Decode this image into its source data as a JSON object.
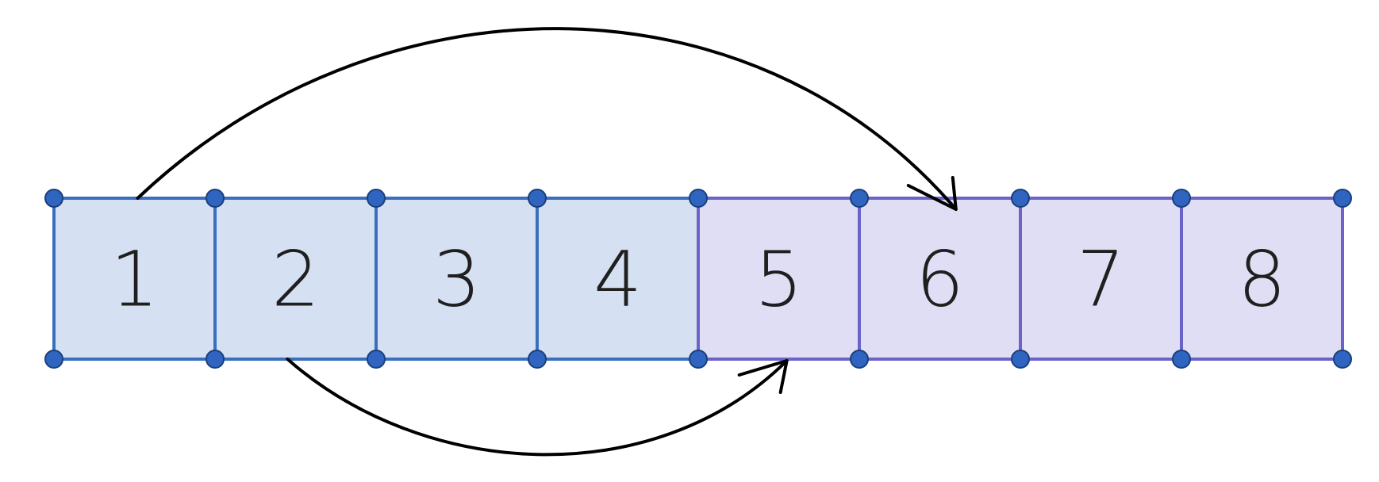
{
  "colors": {
    "group_a_fill": "#d5e1f2",
    "group_a_stroke": "#3a6fbd",
    "group_b_fill": "#e0def4",
    "group_b_stroke": "#6c63c9",
    "node": "#2f64c0",
    "arrow": "#000000"
  },
  "cells": [
    {
      "label": "1",
      "group": "a"
    },
    {
      "label": "2",
      "group": "a"
    },
    {
      "label": "3",
      "group": "a"
    },
    {
      "label": "4",
      "group": "a"
    },
    {
      "label": "5",
      "group": "b"
    },
    {
      "label": "6",
      "group": "b"
    },
    {
      "label": "7",
      "group": "b"
    },
    {
      "label": "8",
      "group": "b"
    }
  ],
  "arrows": [
    {
      "from": "1",
      "to": "6",
      "side": "top"
    },
    {
      "from": "2",
      "to": "5",
      "side": "bottom"
    }
  ]
}
